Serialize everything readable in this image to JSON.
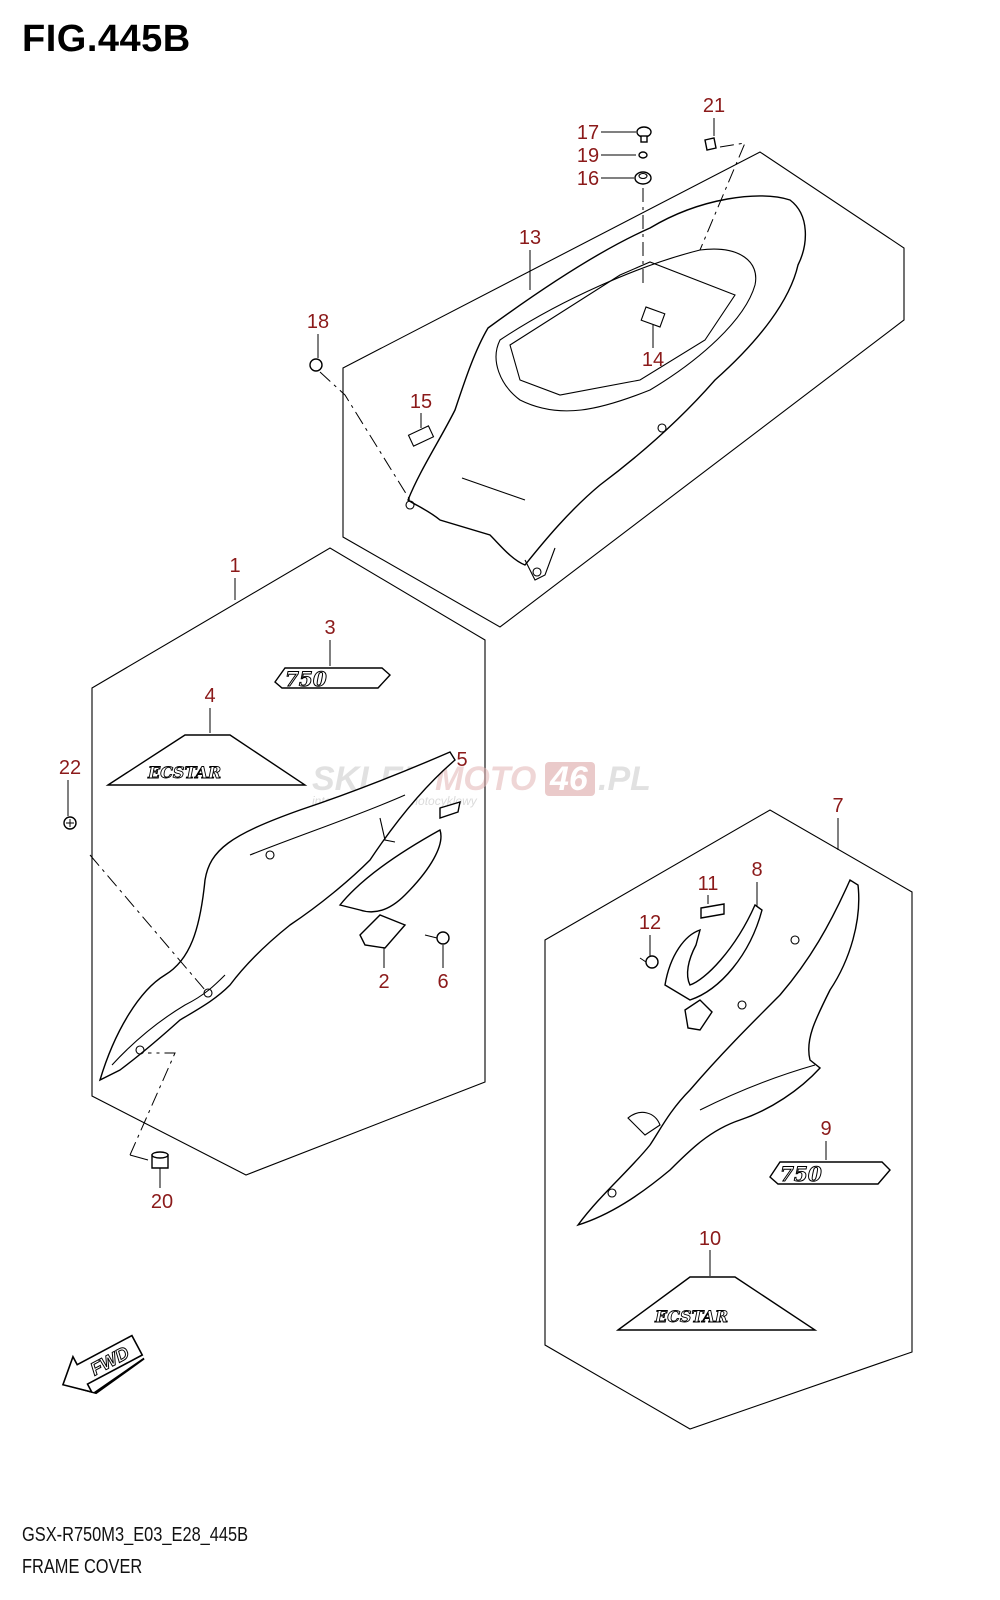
{
  "figure": {
    "title": "FIG.445B",
    "model_code": "GSX-R750M3_E03_E28_445B",
    "name": "FRAME COVER"
  },
  "callouts": [
    "1",
    "2",
    "3",
    "4",
    "5",
    "6",
    "7",
    "8",
    "9",
    "10",
    "11",
    "12",
    "13",
    "14",
    "15",
    "16",
    "17",
    "18",
    "19",
    "20",
    "21",
    "22"
  ],
  "emblems": {
    "number_badge": "750",
    "brand_badge": "ECSTAR"
  },
  "direction_marker": "FWD",
  "watermark": {
    "main_left": "SKLEP",
    "main_mid": "MOTO",
    "main_badge": "46",
    "main_right": ".PL",
    "sub": "internetowy sklep motocyklowy"
  },
  "colors": {
    "callout": "#8b1a1a",
    "line": "#000000",
    "watermark": "#c9c9c9"
  }
}
